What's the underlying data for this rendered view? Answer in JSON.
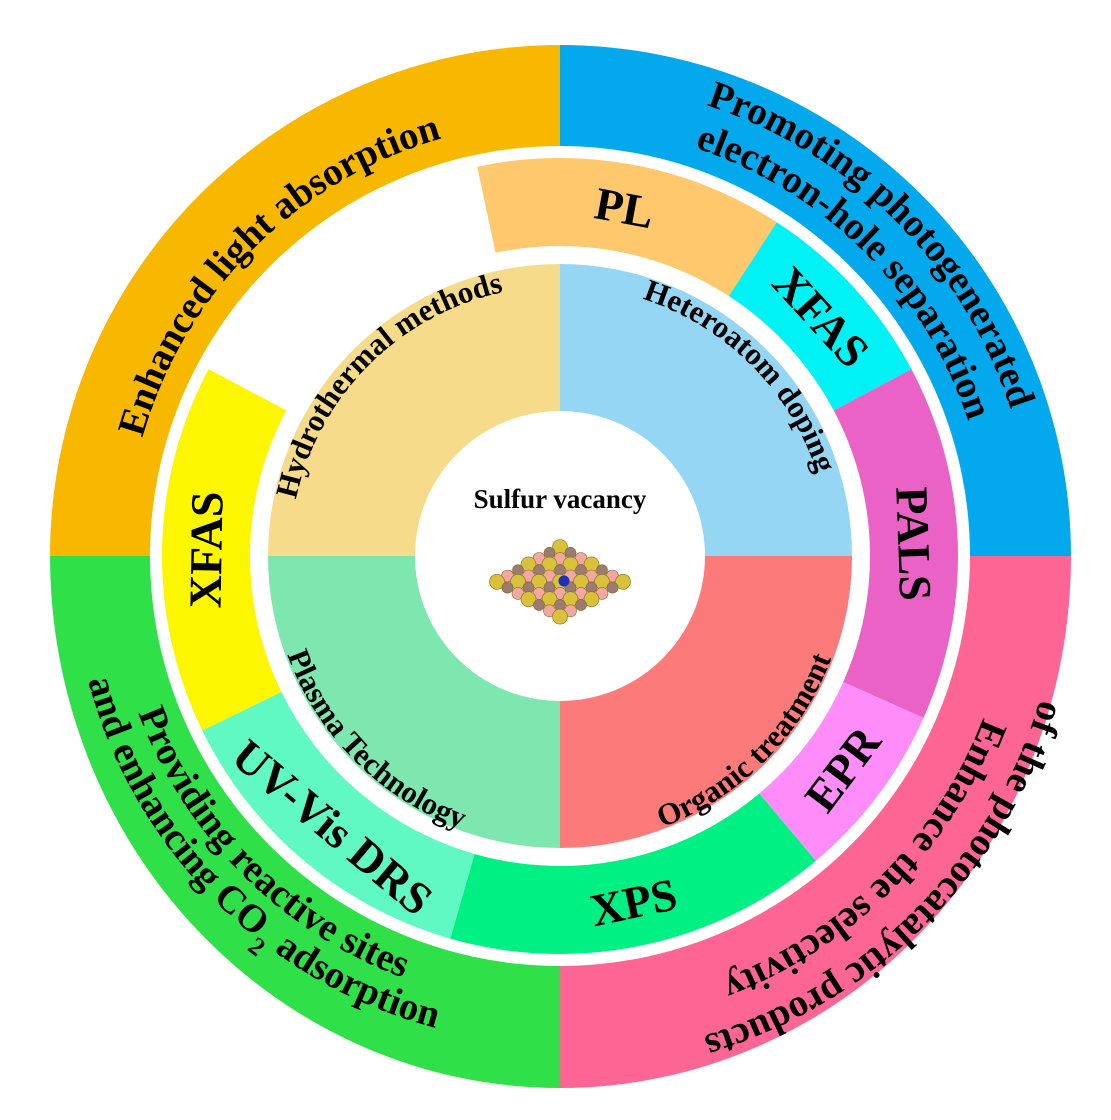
{
  "center": {
    "label": "Sulfur vacancy",
    "image": "crystal-lattice-icon"
  },
  "outer_quadrants": [
    {
      "id": "light-absorption",
      "lines": [
        "Enhanced light absorption"
      ],
      "color": "#f8b800"
    },
    {
      "id": "charge-separation",
      "lines": [
        "Promoting photogenerated",
        "electron-hole separation"
      ],
      "color": "#03a9ec"
    },
    {
      "id": "selectivity",
      "lines": [
        "Enhance the selectivity",
        "of the photocatalytic products"
      ],
      "color": "#fd6694"
    },
    {
      "id": "reactive-sites",
      "lines": [
        "Providing reactive sites",
        "and enhancing CO",
        "2",
        " adsorption"
      ],
      "color": "#2fe048"
    }
  ],
  "characterization": [
    {
      "label": "PL",
      "color": "#ffc86d"
    },
    {
      "label": "XFAS",
      "color": "#00f2f4"
    },
    {
      "label": "PALS",
      "color": "#ea62c6"
    },
    {
      "label": "EPR",
      "color": "#ff8cf8"
    },
    {
      "label": "XPS",
      "color": "#00f084"
    },
    {
      "label": "UV-Vis DRS",
      "color": "#60f9c4"
    },
    {
      "label": "XFAS",
      "color": "#fcf600"
    }
  ],
  "methods": [
    {
      "label": "Hydrothermal methods",
      "color": "#f6dc8a"
    },
    {
      "label": "Heteroatom doping",
      "color": "#94d6f3"
    },
    {
      "label": "Organic treatment",
      "color": "#fd7a7a"
    },
    {
      "label": "Plasma Technology",
      "color": "#7ee7b0"
    }
  ]
}
